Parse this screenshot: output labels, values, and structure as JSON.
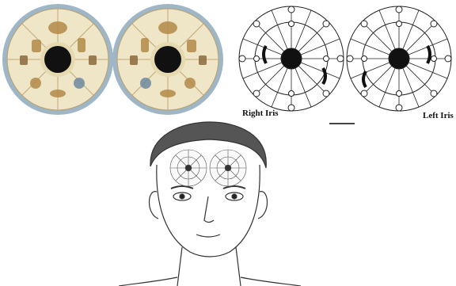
{
  "labels": {
    "right_iris": "Right Iris",
    "left_iris": "Left Iris"
  },
  "colors": {
    "parchment": "#efe6c8",
    "blue_ring": "#9fb6c6",
    "pupil": "#111111",
    "ink": "#222222"
  },
  "panels": [
    {
      "name": "painted-iris-pair"
    },
    {
      "name": "iridology-chart-pair"
    },
    {
      "name": "face-with-iris-charts"
    }
  ]
}
